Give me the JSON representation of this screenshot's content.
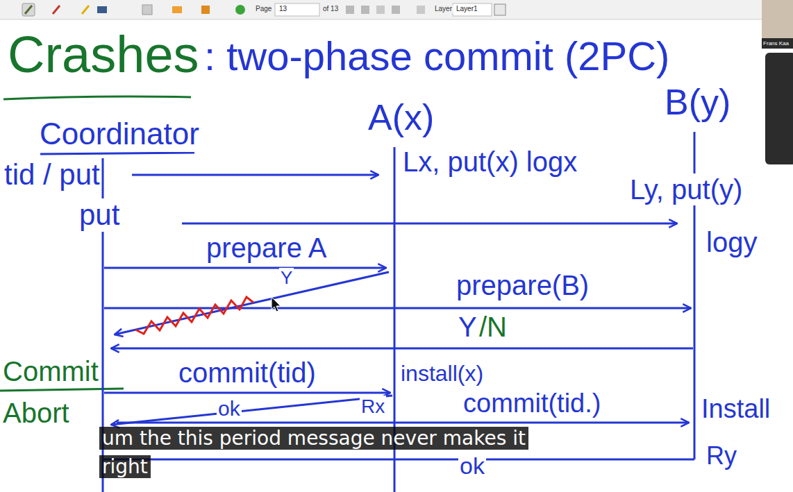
{
  "diagram": {
    "title": "Crashes",
    "labels": [
      ": two-phase commit (2PC)",
      "Coordinator",
      "A(x)",
      "B(y)",
      "tid / put",
      "put",
      "Lx, put(x) logx",
      "Ly, put(y)",
      "logy",
      "prepare A",
      "Y",
      "prepare(B)",
      "Y",
      "/N",
      "Commit",
      "Abort",
      "commit(tid)",
      "ok",
      "Rx",
      "install(x)",
      "commit(tid.)",
      "Install",
      "Ry",
      "ok",
      "um the this period message never makes it right",
      "Page",
      "13",
      "of 13",
      "Layer",
      "Layer1",
      "Frans Kaa"
    ]
  }
}
